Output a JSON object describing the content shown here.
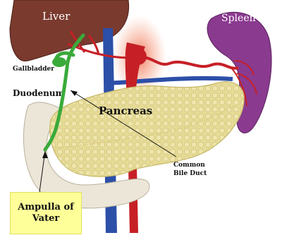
{
  "labels": {
    "liver": "Liver",
    "spleen": "Spleen",
    "gallbladder": "Gallbladder",
    "duodenum": "Duodenum",
    "pancreas": "Pancreas",
    "common_bile_duct_line1": "Common",
    "common_bile_duct_line2": "Bile Duct",
    "ampulla_of_vater": "Ampulla of\nVater"
  },
  "colors": {
    "liver": "#7a3a2e",
    "spleen": "#8a3a8f",
    "pancreas": "#e9dd9a",
    "duodenum": "#ece6d8",
    "bile_duct": "#3aaa3a",
    "artery": "#c62026",
    "vein": "#2c4fa8",
    "ampulla_highlight": "#ffff99"
  }
}
